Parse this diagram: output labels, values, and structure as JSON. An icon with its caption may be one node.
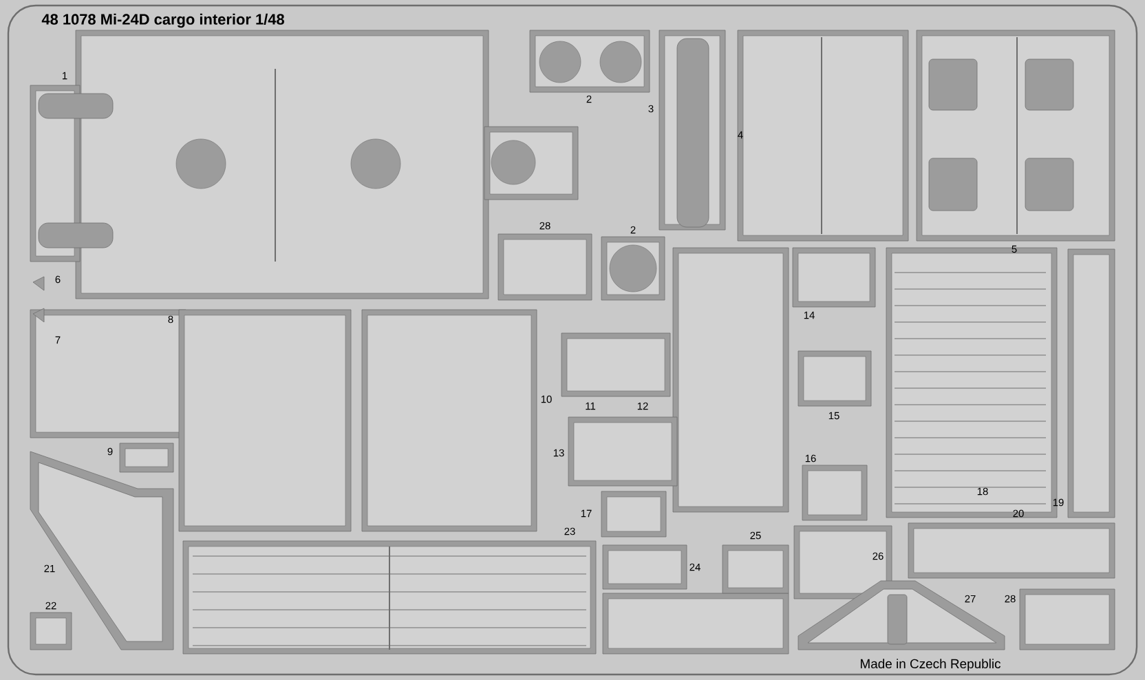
{
  "diagram": {
    "title": "48 1078  Mi-24D cargo interior  1/48",
    "labels": [
      "1",
      "2",
      "3",
      "4",
      "28",
      "2",
      "5",
      "14",
      "6",
      "8",
      "7",
      "10",
      "11",
      "12",
      "15",
      "9",
      "13",
      "16",
      "17",
      "18",
      "19",
      "20",
      "23",
      "25",
      "24",
      "26",
      "21",
      "27",
      "28",
      "22",
      "Made in Czech Republic"
    ]
  }
}
